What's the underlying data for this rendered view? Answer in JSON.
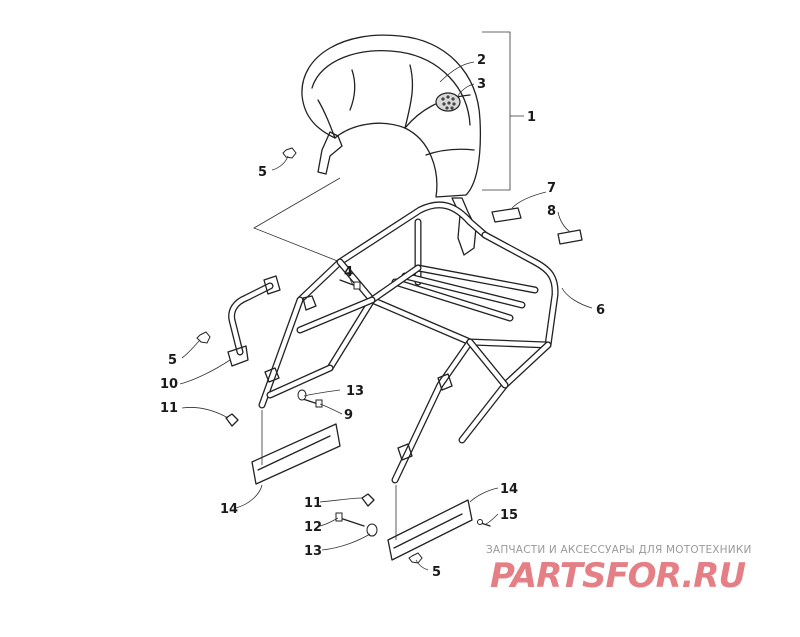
{
  "callouts": [
    {
      "id": "c1",
      "text": "1"
    },
    {
      "id": "c2",
      "text": "2"
    },
    {
      "id": "c3",
      "text": "3"
    },
    {
      "id": "c4",
      "text": "4"
    },
    {
      "id": "c5a",
      "text": "5"
    },
    {
      "id": "c5b",
      "text": "5"
    },
    {
      "id": "c5c",
      "text": "5"
    },
    {
      "id": "c6",
      "text": "6"
    },
    {
      "id": "c7",
      "text": "7"
    },
    {
      "id": "c8",
      "text": "8"
    },
    {
      "id": "c9",
      "text": "9"
    },
    {
      "id": "c10",
      "text": "10"
    },
    {
      "id": "c11a",
      "text": "11"
    },
    {
      "id": "c11b",
      "text": "11"
    },
    {
      "id": "c12",
      "text": "12"
    },
    {
      "id": "c13a",
      "text": "13"
    },
    {
      "id": "c13b",
      "text": "13"
    },
    {
      "id": "c14a",
      "text": "14"
    },
    {
      "id": "c14b",
      "text": "14"
    },
    {
      "id": "c15",
      "text": "15"
    }
  ],
  "watermark": {
    "tagline": "ЗАПЧАСТИ И АКСЕССУАРЫ ДЛЯ МОТОТЕХНИКИ",
    "logo": "PARTSFOR.RU"
  }
}
